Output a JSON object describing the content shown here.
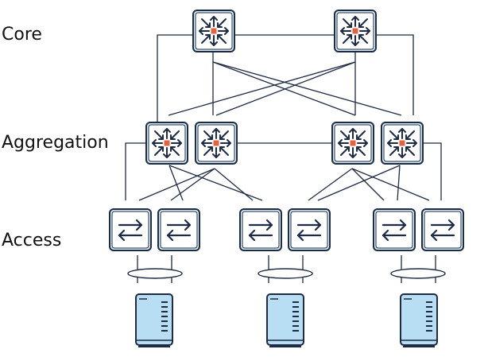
{
  "layers": [
    {
      "id": "core",
      "label": "Core"
    },
    {
      "id": "aggregation",
      "label": "Aggregation"
    },
    {
      "id": "access",
      "label": "Access"
    }
  ],
  "devices": {
    "router_icon": "router-icon",
    "switch_icon": "switch-icon",
    "server_icon": "server-icon",
    "link_aggregation_icon": "link-aggregation-icon"
  },
  "colors": {
    "stroke": "#1d2b44",
    "device_fill": "#d5ecf6",
    "device_border": "#1d2b44",
    "router_center": "#e8613f",
    "server_fill": "#b7def2"
  }
}
